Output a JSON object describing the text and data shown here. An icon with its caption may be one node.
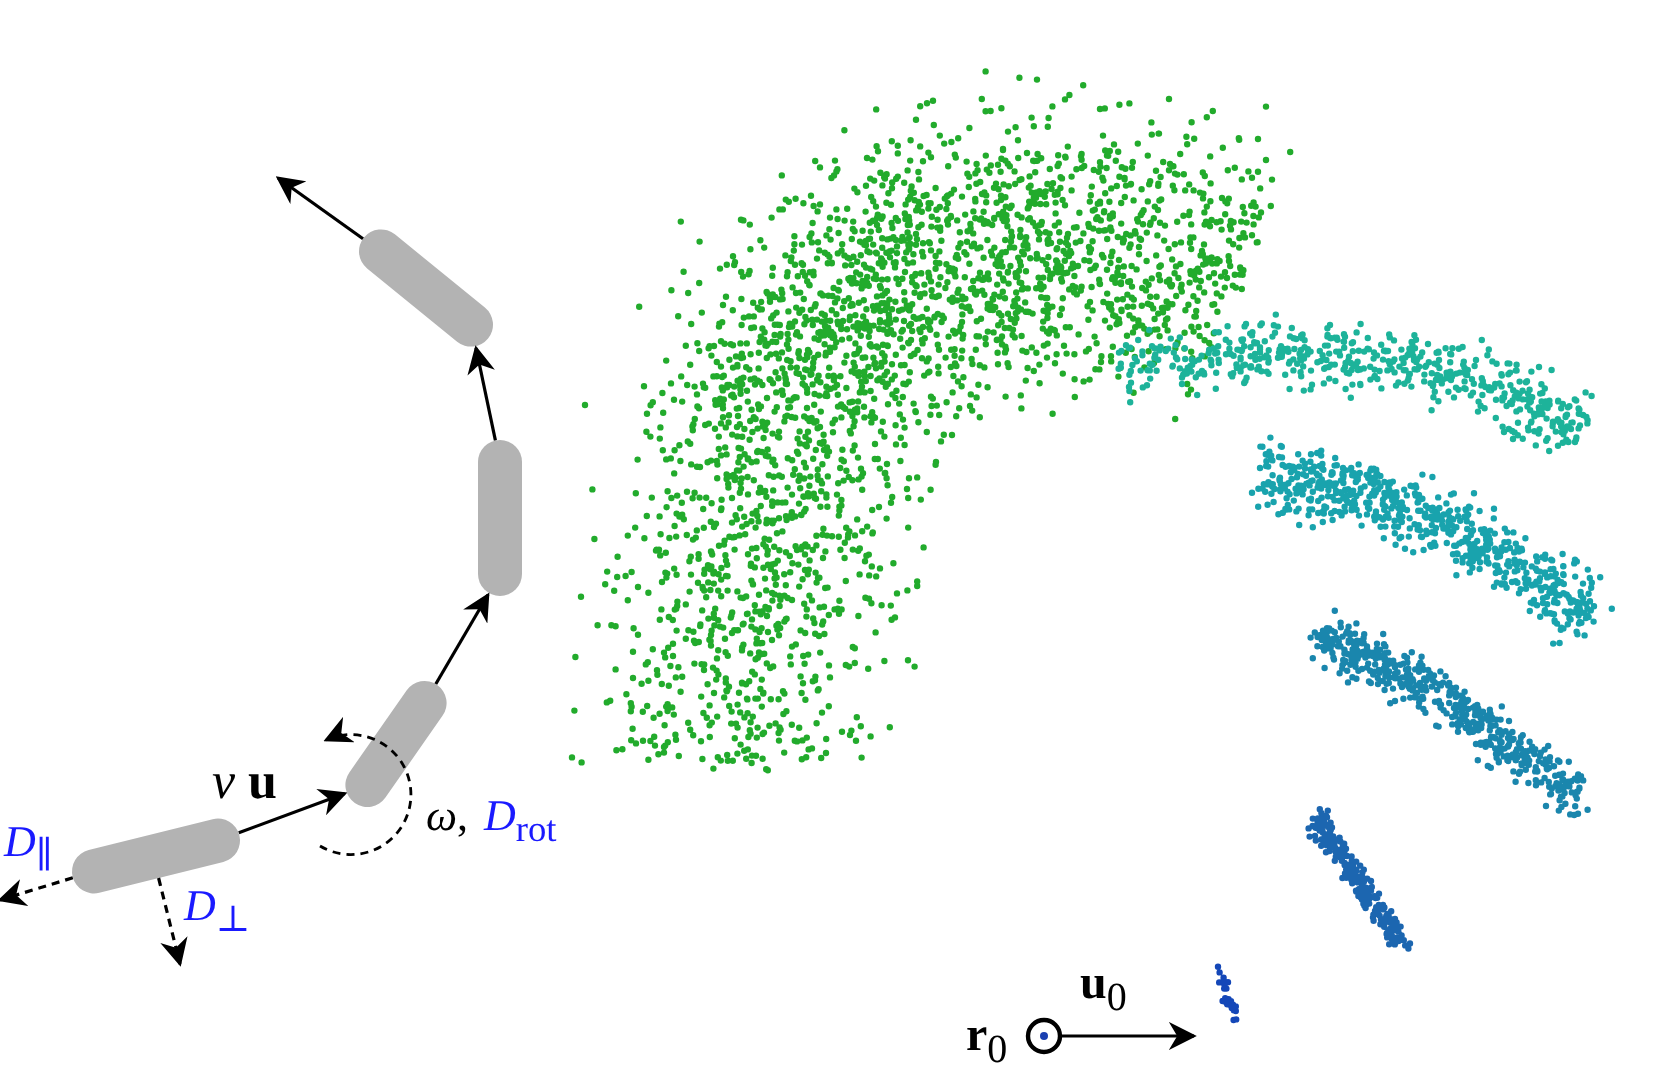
{
  "diagram": {
    "nodes": [
      {
        "text": [],
        "shape": "box"
      },
      {
        "text": [],
        "shape": "box"
      },
      {
        "text": [],
        "shape": "box"
      },
      {
        "text": [],
        "shape": "box"
      },
      {
        "text": [],
        "shape": "circle",
        "beside": [
          "**r**$_{0}$"
        ]
      }
    ],
    "edges": [
      {
        "from": 3,
        "to": 2,
        "arrow": "to",
        "label": "*v* **u**"
      },
      {
        "from": 2,
        "to": 1,
        "arrow": "to"
      },
      {
        "from": 1,
        "to": 0,
        "arrow": "to"
      },
      {
        "from": 0,
        "to": null,
        "arrow": "to"
      },
      {
        "from": 3,
        "to": null,
        "arrow": "to",
        "style": "dashed",
        "label": "*D*$_{∥}$"
      },
      {
        "from": 3,
        "to": null,
        "arrow": "to",
        "style": "dashed",
        "label": "*D*$_{⊥}$"
      },
      {
        "from": 4,
        "to": null,
        "arrow": "to",
        "label": "**u**$_{0}$"
      }
    ],
    "labels": [
      "*ω*,",
      "*D*$_{rot}$"
    ]
  }
}
